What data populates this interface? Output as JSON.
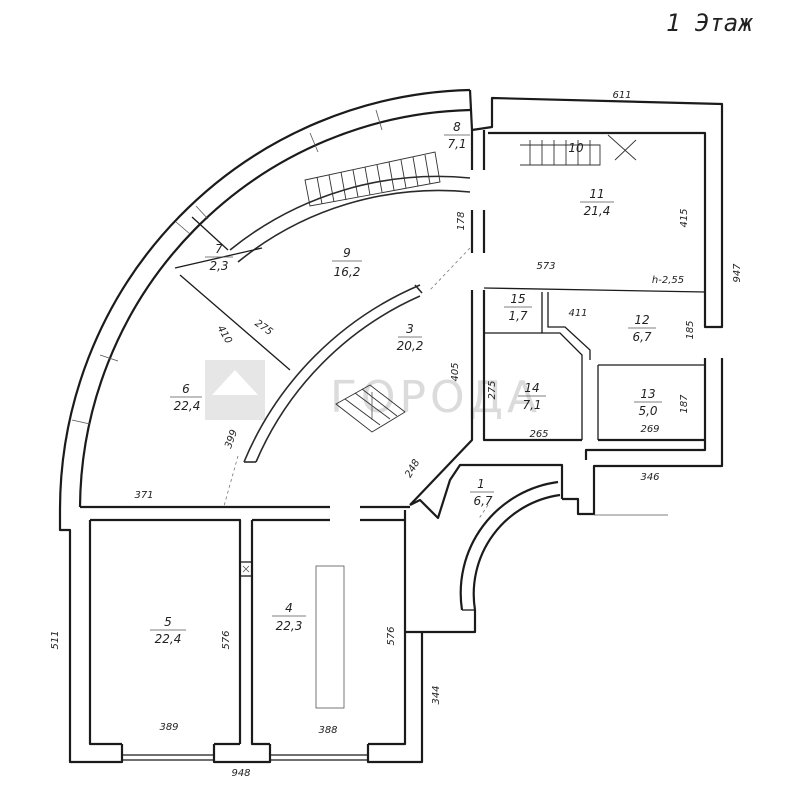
{
  "title": "1 Этаж",
  "watermark": "ГОРОДА",
  "rooms": [
    {
      "num": "1",
      "area": "6,7"
    },
    {
      "num": "3",
      "area": "20,2"
    },
    {
      "num": "4",
      "area": "22,3"
    },
    {
      "num": "5",
      "area": "22,4"
    },
    {
      "num": "6",
      "area": "22,4"
    },
    {
      "num": "7",
      "area": "2,3"
    },
    {
      "num": "8",
      "area": "7,1"
    },
    {
      "num": "9",
      "area": "16,2"
    },
    {
      "num": "10",
      "area": ""
    },
    {
      "num": "11",
      "area": "21,4"
    },
    {
      "num": "12",
      "area": "6,7"
    },
    {
      "num": "13",
      "area": "5,0"
    },
    {
      "num": "14",
      "area": "7,1"
    },
    {
      "num": "15",
      "area": "1,7"
    }
  ],
  "dimensions": [
    "611",
    "947",
    "415",
    "573",
    "h-2,55",
    "178",
    "411",
    "185",
    "187",
    "269",
    "265",
    "275",
    "405",
    "346",
    "248",
    "371",
    "275",
    "410",
    "399",
    "511",
    "576",
    "576",
    "344",
    "389",
    "388",
    "948"
  ]
}
